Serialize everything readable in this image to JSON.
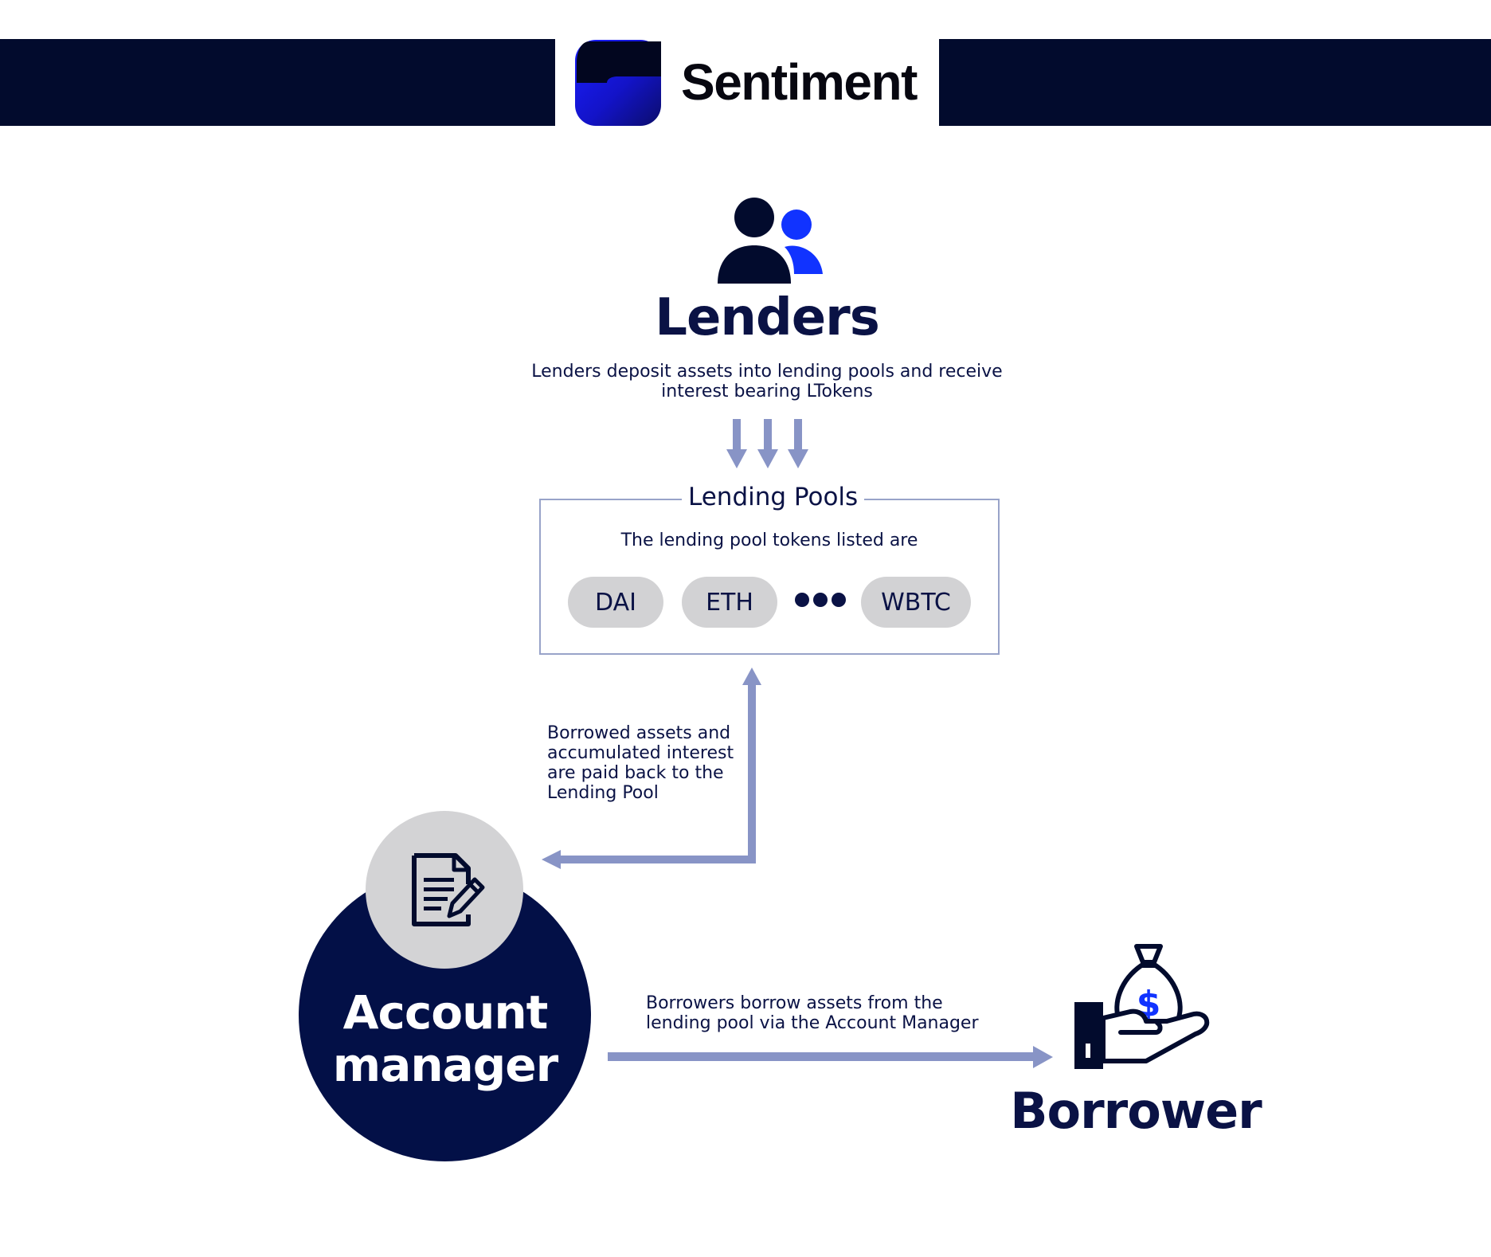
{
  "header": {
    "brand_name": "Sentiment",
    "bar_color": "#020b2d",
    "logo_icon": "sentiment-s-logo-icon",
    "logo_colors": [
      "#1a1fff",
      "#0b0d6b"
    ]
  },
  "lenders": {
    "icon": "users-group-icon",
    "title": "Lenders",
    "description_lines": [
      "Lenders deposit assets into lending pools and receive",
      "interest bearing LTokens"
    ]
  },
  "lending_pools": {
    "title": "Lending Pools",
    "description": "The lending pool tokens listed are",
    "tokens": [
      "DAI",
      "ETH",
      "WBTC"
    ],
    "more_icon": "ellipsis-dots-icon"
  },
  "repay_flow": {
    "label_lines": [
      "Borrowed assets and",
      "accumulated interest",
      "are paid back to the",
      "Lending Pool"
    ]
  },
  "account_manager": {
    "icon": "document-edit-icon",
    "title_lines": [
      "Account",
      "manager"
    ],
    "circle_color": "#031047"
  },
  "borrow_flow": {
    "label_lines": [
      "Borrowers borrow assets from the",
      "lending pool via the Account Manager"
    ]
  },
  "borrower": {
    "icon": "hand-money-bag-icon",
    "title": "Borrower"
  },
  "colors": {
    "navy": "#0a1245",
    "accent_blue": "#1133ff",
    "arrow": "#8894c6",
    "pool_border": "#98a3c9",
    "token_bg": "#d2d2d4"
  }
}
